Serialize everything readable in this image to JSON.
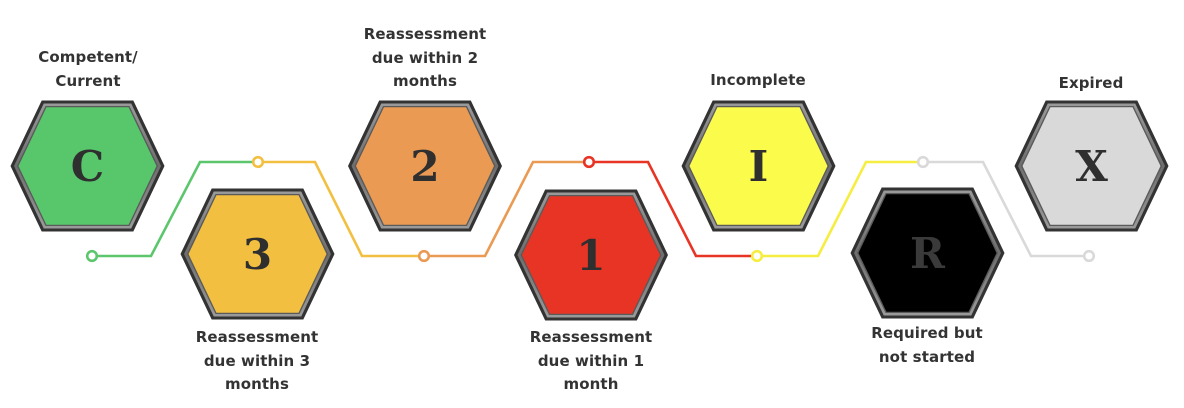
{
  "diagram": {
    "title": "",
    "stages": [
      {
        "id": "C",
        "letter": "C",
        "label_lines": [
          "Competent/",
          "Current"
        ],
        "fill": "#58C76C",
        "glyph_color": "#2F2F2F",
        "label_position": "top"
      },
      {
        "id": "3",
        "letter": "3",
        "label_lines": [
          "Reassessment",
          "due within 3",
          "months"
        ],
        "fill": "#F2BF40",
        "glyph_color": "#2F2F2F",
        "label_position": "bottom"
      },
      {
        "id": "2",
        "letter": "2",
        "label_lines": [
          "Reassessment",
          "due within 2",
          "months"
        ],
        "fill": "#EA9A52",
        "glyph_color": "#2F2F2F",
        "label_position": "top"
      },
      {
        "id": "1",
        "letter": "1",
        "label_lines": [
          "Reassessment",
          "due within 1",
          "month"
        ],
        "fill": "#E83424",
        "glyph_color": "#2F2F2F",
        "label_position": "bottom"
      },
      {
        "id": "I",
        "letter": "I",
        "label_lines": [
          "Incomplete"
        ],
        "fill": "#FBFB4C",
        "glyph_color": "#2F2F2F",
        "label_position": "top"
      },
      {
        "id": "R",
        "letter": "R",
        "label_lines": [
          "Required but",
          "not started"
        ],
        "fill": "#000000",
        "glyph_color": "#3A3A3A",
        "label_position": "bottom"
      },
      {
        "id": "X",
        "letter": "X",
        "label_lines": [
          "Expired"
        ],
        "fill": "#D9D9D9",
        "glyph_color": "#2F2F2F",
        "label_position": "top"
      }
    ],
    "connectors": [
      {
        "color": "#5CC66C"
      },
      {
        "color": "#F2BF40"
      },
      {
        "color": "#EA9A52"
      },
      {
        "color": "#E83424"
      },
      {
        "color": "#F5EE40"
      },
      {
        "color": "#D9D9D9"
      }
    ],
    "colors": {
      "hex_outer_border": "#333333",
      "hex_ring": "#8A8A8A",
      "label_text": "#333333",
      "background": "#FFFFFF"
    }
  }
}
